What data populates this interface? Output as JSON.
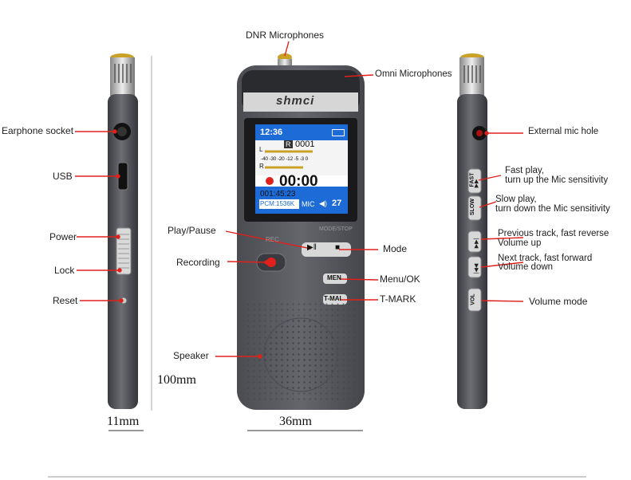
{
  "brand": "shmci",
  "screen": {
    "time": "12:36",
    "file_badge": "R",
    "file_number": "0001",
    "channel_left": "L",
    "channel_right": "R",
    "meter_scale": "-40 -30 -20 -12 -5 -3 0",
    "record_time": "00:00",
    "elapsed": "001:45:23",
    "format": "PCM:1536K",
    "input": "MIC",
    "volume": "27"
  },
  "panel": {
    "rec_text": "REC",
    "mode_text": "MODE/STOP",
    "menu_button": "MEN",
    "tmark_button": "T-MAI"
  },
  "side_buttons": {
    "fast": "FAST",
    "slow": "SLOW",
    "vol": "VOL"
  },
  "labels": {
    "dnr_mic": "DNR Microphones",
    "omni_mic": "Omni Microphones",
    "earphone": "Earphone socket",
    "usb": "USB",
    "power": "Power",
    "lock": "Lock",
    "reset": "Reset",
    "play_pause": "Play/Pause",
    "recording": "Recording",
    "speaker": "Speaker",
    "mode": "Mode",
    "menu_ok": "Menu/OK",
    "tmark": "T-MARK",
    "ext_mic": "External mic hole",
    "fast_play_1": "Fast play,",
    "fast_play_2": "turn up the Mic sensitivity",
    "slow_play_1": "Slow play,",
    "slow_play_2": "turn down the Mic sensitivity",
    "prev_1": "Previous track, fast reverse",
    "prev_2": "Volume up",
    "next_1": "Next track, fast forward",
    "next_2": "Volume down",
    "vol_mode": "Volume mode"
  },
  "dimensions": {
    "height": "100mm",
    "depth": "11mm",
    "width": "36mm"
  },
  "colors": {
    "pointer": "#e0211b",
    "body": "#5b5d63",
    "screen_bg": "#1d6bd6"
  }
}
